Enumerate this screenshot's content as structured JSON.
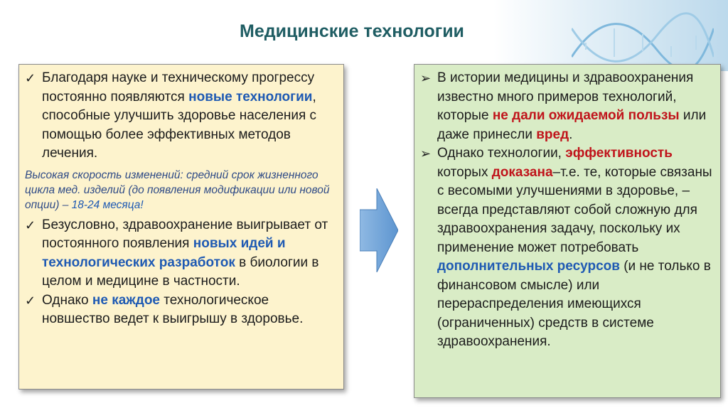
{
  "title": "Медицинские технологии",
  "left": {
    "p1": {
      "a": "Благодаря науке и техническому прогрессу постоянно появляются ",
      "b": "новые технологии",
      "c": ", способные улучшить здоровье населения с помощью более эффективных методов лечения."
    },
    "note": {
      "a": "Высокая скорость изменений: средний срок жизненного цикла мед. изделий (до появления модификации или новой опции) – ",
      "b": "18-24 месяца!"
    },
    "p2": {
      "a": "Безусловно, здравоохранение выигрывает от постоянного появления ",
      "b": "новых идей и технологических разработок",
      "c": " в биологии в целом и медицине в частности."
    },
    "p3": {
      "a": "Однако ",
      "b": "не каждое",
      "c": " технологическое новшество ведет к выигрышу в здоровье."
    }
  },
  "right": {
    "p1": {
      "a": "В истории медицины и здравоохранения известно много примеров технологий, которые ",
      "b": "не дали ожидаемой пользы",
      "c": " или даже принесли ",
      "d": "вред",
      "e": "."
    },
    "p2": {
      "a": "Однако технологии, ",
      "b": "эффективность",
      "c": " которых ",
      "d": "доказана",
      "e": "–т.е. те, которые связаны с весомыми улучшениями в здоровье, – всегда представляют собой сложную для здравоохранения задачу, поскольку их применение может потребовать ",
      "f": "дополнительных ресурсов",
      "g": " (и не только в финансовом смысле) или перераспределения имеющихся (ограниченных) средств в системе здравоохранения."
    }
  },
  "marks": {
    "check": "✓",
    "arrow": "➢"
  },
  "colors": {
    "title": "#1f5d63",
    "highlight_blue": "#1f5ab3",
    "highlight_red": "#c0141b",
    "left_box_bg": "#fdf3cd",
    "right_box_bg": "#d9ecc6",
    "arrow_fill": "#6fa3d8"
  },
  "icons": [
    "check-mark-icon",
    "arrow-bullet-icon",
    "right-arrow-icon"
  ]
}
